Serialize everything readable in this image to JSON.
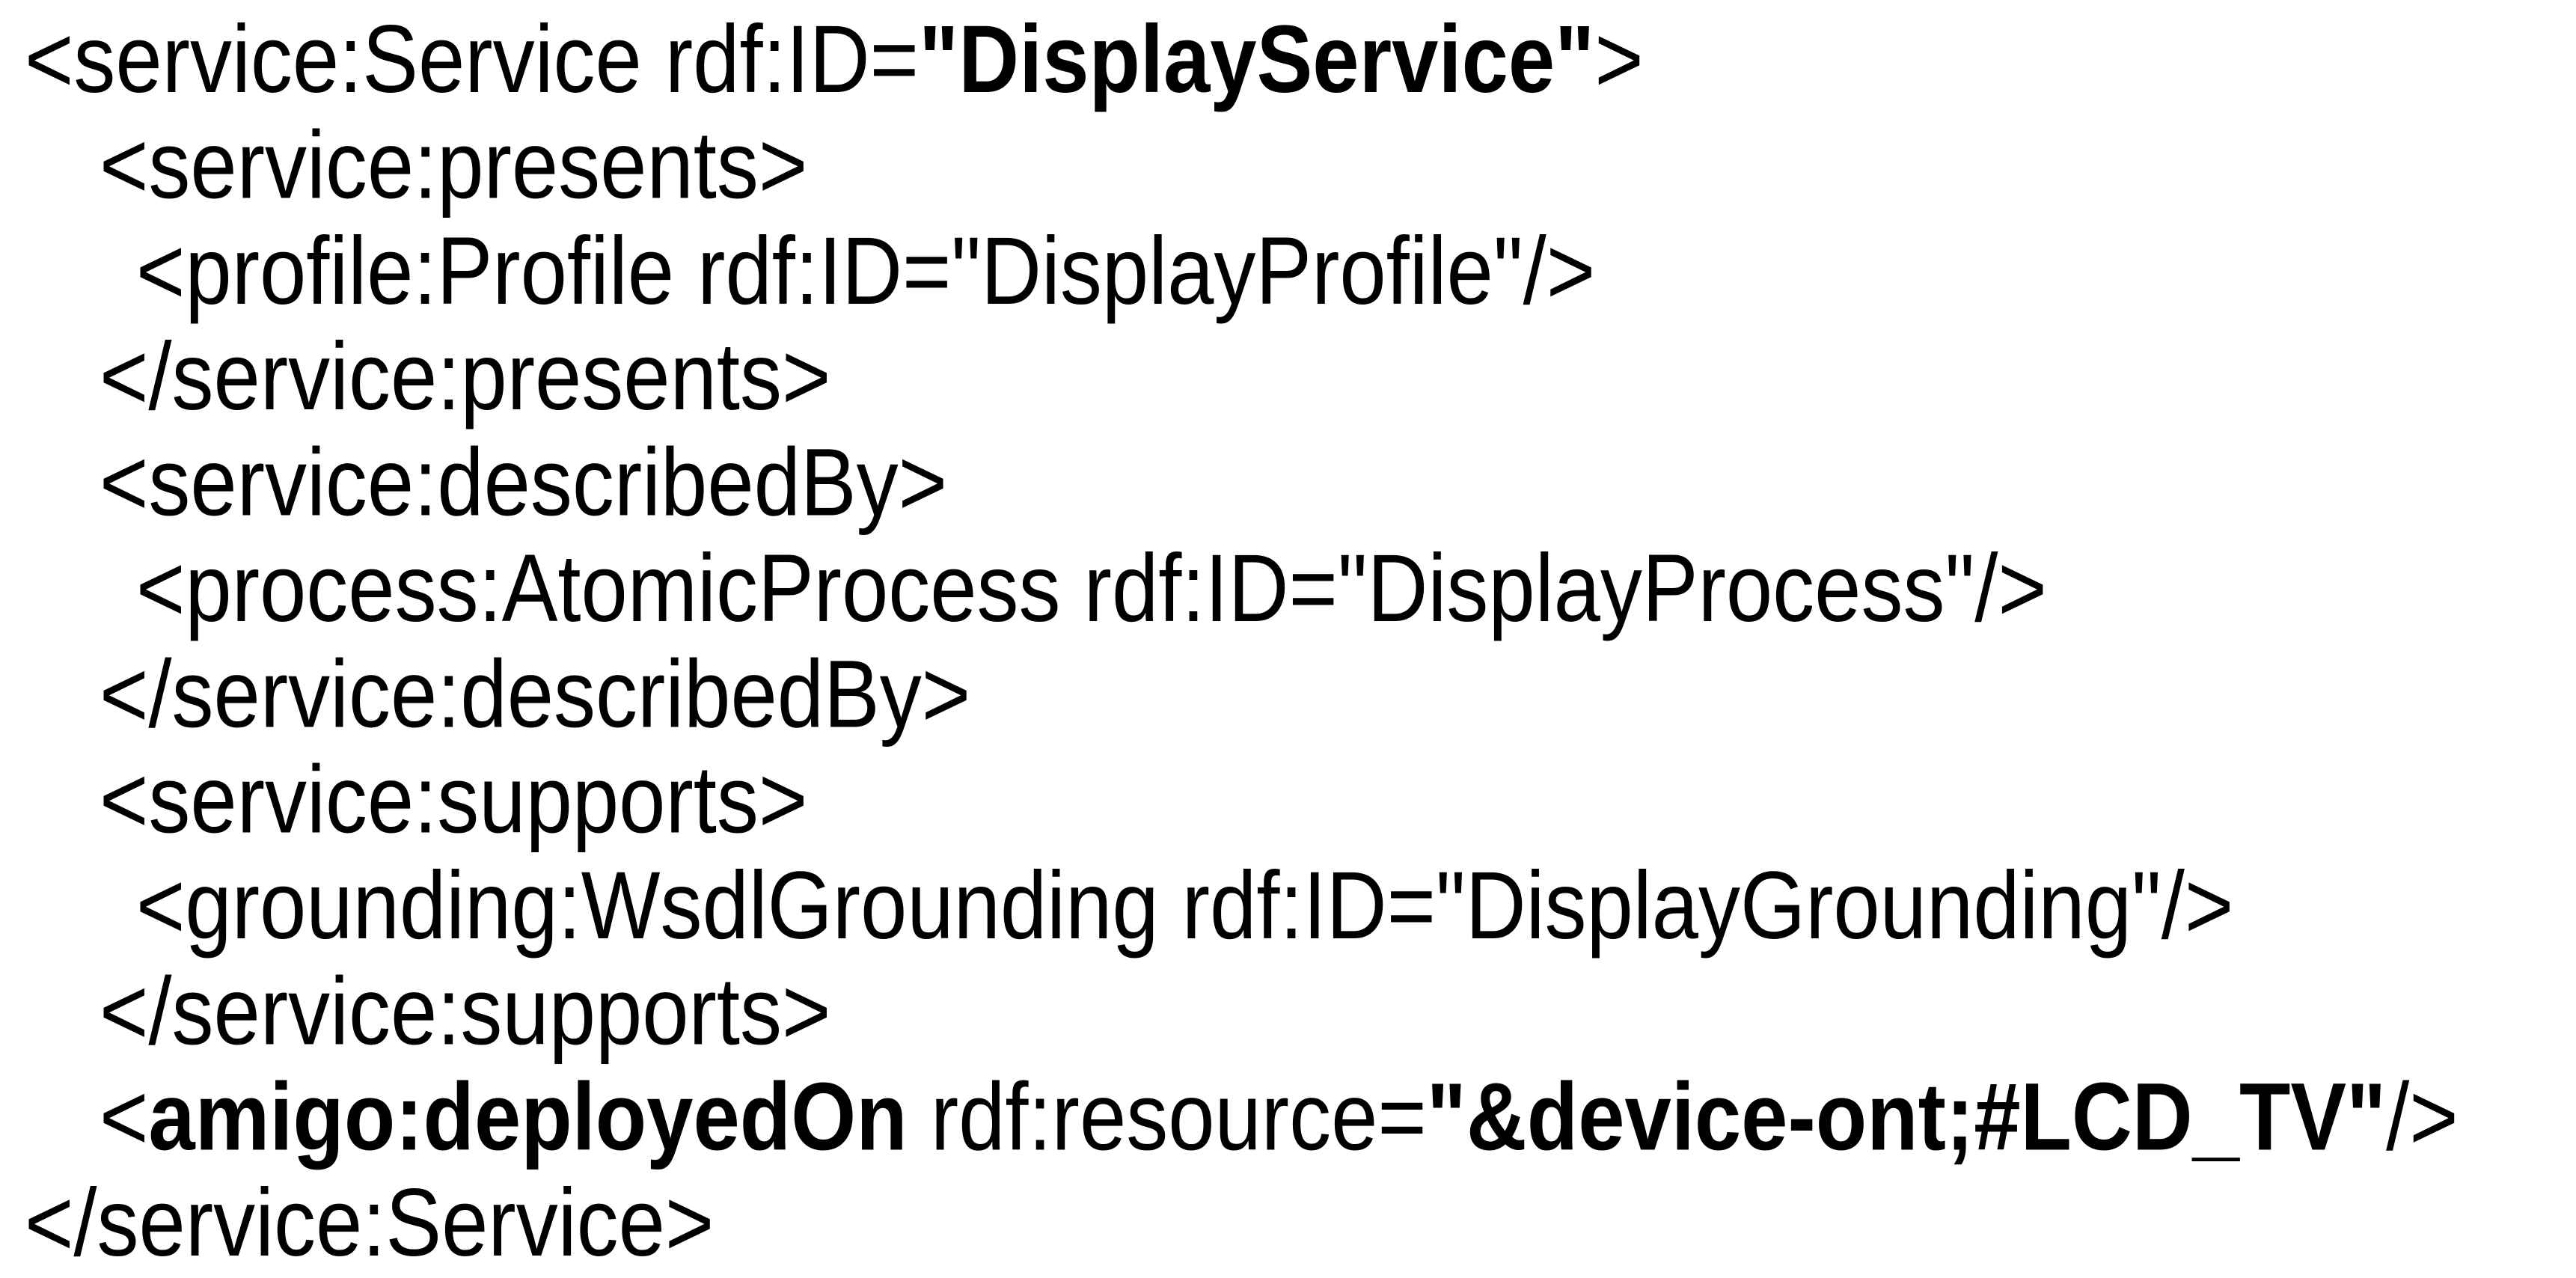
{
  "page": {
    "background_color": "#ffffff",
    "text_color": "#000000",
    "description": "OWL-S service description XML code listing"
  },
  "code": {
    "language": "rdf-xml",
    "lines": [
      {
        "indent": 0,
        "segments": [
          {
            "text": "<service:Service rdf:ID=",
            "bold": false
          },
          {
            "text": "\"DisplayService\"",
            "bold": true
          },
          {
            "text": ">",
            "bold": false
          }
        ]
      },
      {
        "indent": 1,
        "segments": [
          {
            "text": "<service:presents>",
            "bold": false
          }
        ]
      },
      {
        "indent": 2,
        "segments": [
          {
            "text": "<profile:Profile rdf:ID=\"DisplayProfile\"/>",
            "bold": false
          }
        ]
      },
      {
        "indent": 1,
        "segments": [
          {
            "text": "</service:presents>",
            "bold": false
          }
        ]
      },
      {
        "indent": 1,
        "segments": [
          {
            "text": "<service:describedBy>",
            "bold": false
          }
        ]
      },
      {
        "indent": 2,
        "segments": [
          {
            "text": "<process:AtomicProcess rdf:ID=\"DisplayProcess\"/>",
            "bold": false
          }
        ]
      },
      {
        "indent": 1,
        "segments": [
          {
            "text": "</service:describedBy>",
            "bold": false
          }
        ]
      },
      {
        "indent": 1,
        "segments": [
          {
            "text": "<service:supports>",
            "bold": false
          }
        ]
      },
      {
        "indent": 2,
        "segments": [
          {
            "text": "<grounding:WsdlGrounding rdf:ID=\"DisplayGrounding\"/>",
            "bold": false
          }
        ]
      },
      {
        "indent": 1,
        "segments": [
          {
            "text": "</service:supports>",
            "bold": false
          }
        ]
      },
      {
        "indent": 1,
        "segments": [
          {
            "text": "<",
            "bold": false
          },
          {
            "text": "amigo:deployedOn",
            "bold": true
          },
          {
            "text": " rdf:resource=",
            "bold": false
          },
          {
            "text": "\"&device-ont;#LCD_TV\"",
            "bold": true
          },
          {
            "text": "/>",
            "bold": false
          }
        ]
      },
      {
        "indent": 0,
        "segments": [
          {
            "text": "</service:Service>",
            "bold": false
          }
        ]
      }
    ]
  }
}
